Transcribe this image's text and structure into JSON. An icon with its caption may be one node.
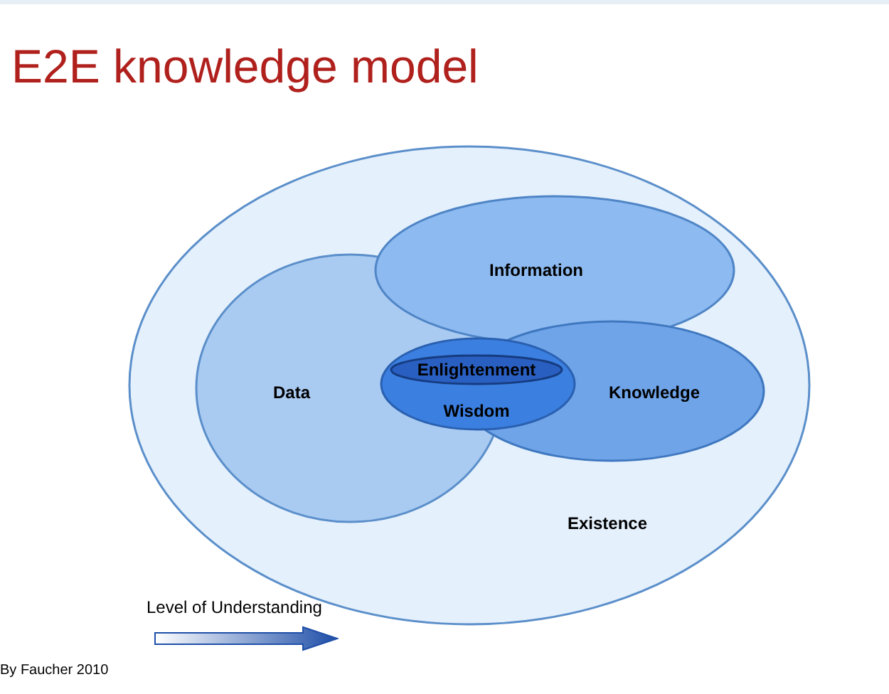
{
  "diagram": {
    "title": "E2E knowledge model",
    "nodes": [
      {
        "text": [
          "Existence"
        ]
      },
      {
        "text": [
          "Data"
        ],
        "in": 0
      },
      {
        "text": [
          "Information"
        ],
        "in": 0
      },
      {
        "text": [
          "Knowledge"
        ],
        "in": 0
      },
      {
        "text": [
          "Wisdom"
        ],
        "in": 0
      },
      {
        "text": [
          "Enlightenment"
        ],
        "in": 4
      }
    ],
    "edges": [],
    "labels": [
      "Level of Understanding",
      "By Faucher 2010"
    ]
  }
}
